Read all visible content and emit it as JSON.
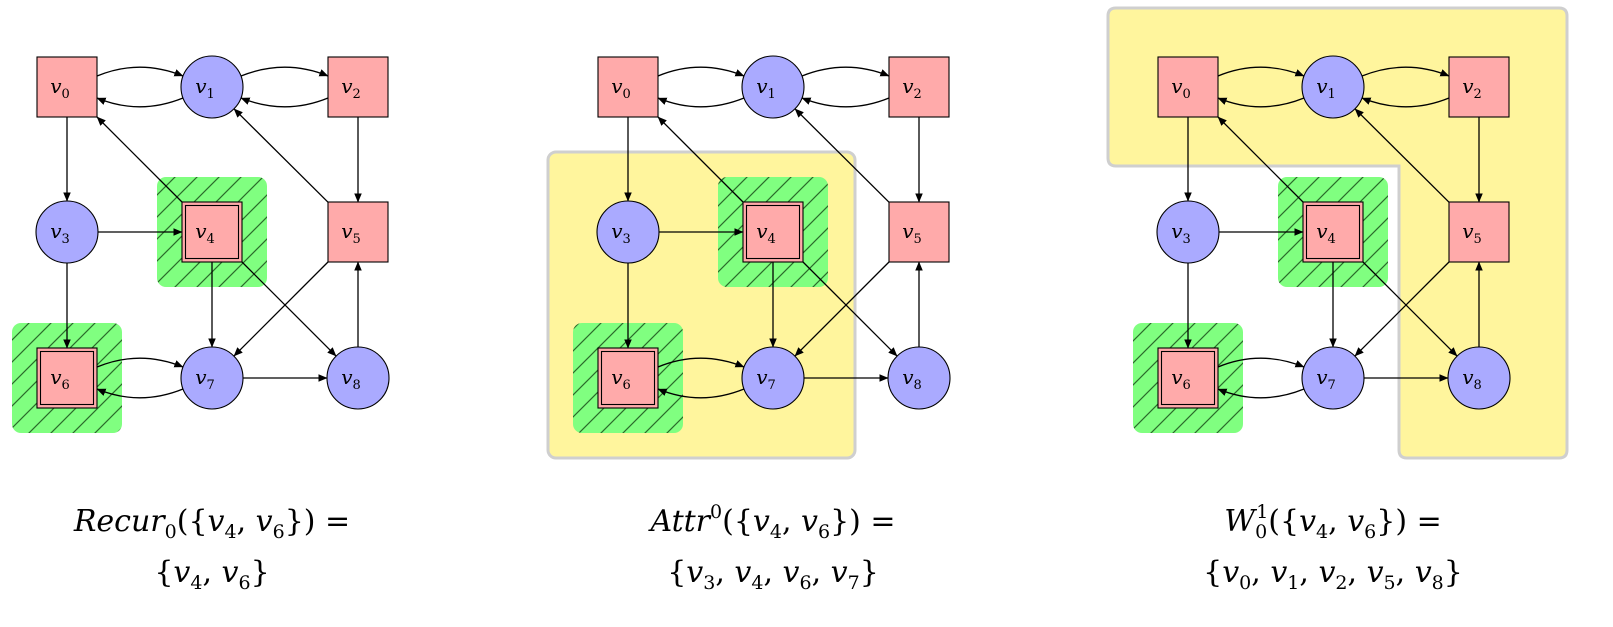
{
  "colors": {
    "player0_node": "#ffaaaa",
    "player1_node": "#aaaaff",
    "recur_fill": "#80ff80",
    "attr_fill": "#fff59d",
    "attr_border": "#cfcfcf",
    "edge": "#000000"
  },
  "nodes": [
    {
      "id": "v0",
      "name": "v",
      "sub": "0",
      "shape": "square",
      "double": false
    },
    {
      "id": "v1",
      "name": "v",
      "sub": "1",
      "shape": "circle",
      "double": false
    },
    {
      "id": "v2",
      "name": "v",
      "sub": "2",
      "shape": "square",
      "double": false
    },
    {
      "id": "v3",
      "name": "v",
      "sub": "3",
      "shape": "circle",
      "double": false
    },
    {
      "id": "v4",
      "name": "v",
      "sub": "4",
      "shape": "square",
      "double": true
    },
    {
      "id": "v5",
      "name": "v",
      "sub": "5",
      "shape": "square",
      "double": false
    },
    {
      "id": "v6",
      "name": "v",
      "sub": "6",
      "shape": "square",
      "double": true
    },
    {
      "id": "v7",
      "name": "v",
      "sub": "7",
      "shape": "circle",
      "double": false
    },
    {
      "id": "v8",
      "name": "v",
      "sub": "8",
      "shape": "circle",
      "double": false
    }
  ],
  "edges": [
    {
      "from": "v0",
      "to": "v1",
      "bend": "up"
    },
    {
      "from": "v1",
      "to": "v0",
      "bend": "down"
    },
    {
      "from": "v1",
      "to": "v2",
      "bend": "up"
    },
    {
      "from": "v2",
      "to": "v1",
      "bend": "down"
    },
    {
      "from": "v0",
      "to": "v3",
      "bend": "none"
    },
    {
      "from": "v2",
      "to": "v5",
      "bend": "none"
    },
    {
      "from": "v4",
      "to": "v0",
      "bend": "none"
    },
    {
      "from": "v5",
      "to": "v1",
      "bend": "none"
    },
    {
      "from": "v3",
      "to": "v4",
      "bend": "none"
    },
    {
      "from": "v3",
      "to": "v6",
      "bend": "none"
    },
    {
      "from": "v4",
      "to": "v7",
      "bend": "none"
    },
    {
      "from": "v4",
      "to": "v8",
      "bend": "none"
    },
    {
      "from": "v5",
      "to": "v7",
      "bend": "none"
    },
    {
      "from": "v8",
      "to": "v5",
      "bend": "none"
    },
    {
      "from": "v6",
      "to": "v7",
      "bend": "up"
    },
    {
      "from": "v7",
      "to": "v6",
      "bend": "down"
    },
    {
      "from": "v7",
      "to": "v8",
      "bend": "none"
    }
  ],
  "panels": [
    {
      "name": "recur",
      "recur_nodes": [
        "v4",
        "v6"
      ],
      "highlight": "none",
      "caption": {
        "line1": [
          {
            "t": "Recur",
            "i": true
          },
          {
            "t": "0",
            "sub": true
          },
          {
            "t": "({"
          },
          {
            "t": "v",
            "i": true
          },
          {
            "t": "4",
            "sub": true
          },
          {
            "t": ", "
          },
          {
            "t": "v",
            "i": true
          },
          {
            "t": "6",
            "sub": true
          },
          {
            "t": "}) ="
          }
        ],
        "line2": [
          {
            "t": "{"
          },
          {
            "t": "v",
            "i": true
          },
          {
            "t": "4",
            "sub": true
          },
          {
            "t": ", "
          },
          {
            "t": "v",
            "i": true
          },
          {
            "t": "6",
            "sub": true
          },
          {
            "t": "}"
          }
        ]
      }
    },
    {
      "name": "attr",
      "recur_nodes": [
        "v4",
        "v6"
      ],
      "highlight": "attractor",
      "caption": {
        "line1": [
          {
            "t": "Attr",
            "i": true
          },
          {
            "t": "0",
            "sup": true
          },
          {
            "t": "({"
          },
          {
            "t": "v",
            "i": true
          },
          {
            "t": "4",
            "sub": true
          },
          {
            "t": ", "
          },
          {
            "t": "v",
            "i": true
          },
          {
            "t": "6",
            "sub": true
          },
          {
            "t": "}) ="
          }
        ],
        "line2": [
          {
            "t": "{"
          },
          {
            "t": "v",
            "i": true
          },
          {
            "t": "3",
            "sub": true
          },
          {
            "t": ", "
          },
          {
            "t": "v",
            "i": true
          },
          {
            "t": "4",
            "sub": true
          },
          {
            "t": ", "
          },
          {
            "t": "v",
            "i": true
          },
          {
            "t": "6",
            "sub": true
          },
          {
            "t": ", "
          },
          {
            "t": "v",
            "i": true
          },
          {
            "t": "7",
            "sub": true
          },
          {
            "t": "}"
          }
        ]
      }
    },
    {
      "name": "winning",
      "recur_nodes": [
        "v4",
        "v6"
      ],
      "highlight": "complement",
      "caption": {
        "line1": [
          {
            "t": "W",
            "i": true
          },
          {
            "t": "0",
            "subsup_sub": true
          },
          {
            "t": "1",
            "subsup_sup": true
          },
          {
            "t": "({"
          },
          {
            "t": "v",
            "i": true
          },
          {
            "t": "4",
            "sub": true
          },
          {
            "t": ", "
          },
          {
            "t": "v",
            "i": true
          },
          {
            "t": "6",
            "sub": true
          },
          {
            "t": "}) ="
          }
        ],
        "line2": [
          {
            "t": "{"
          },
          {
            "t": "v",
            "i": true
          },
          {
            "t": "0",
            "sub": true
          },
          {
            "t": ", "
          },
          {
            "t": "v",
            "i": true
          },
          {
            "t": "1",
            "sub": true
          },
          {
            "t": ", "
          },
          {
            "t": "v",
            "i": true
          },
          {
            "t": "2",
            "sub": true
          },
          {
            "t": ", "
          },
          {
            "t": "v",
            "i": true
          },
          {
            "t": "5",
            "sub": true
          },
          {
            "t": ", "
          },
          {
            "t": "v",
            "i": true
          },
          {
            "t": "8",
            "sub": true
          },
          {
            "t": "}"
          }
        ]
      }
    }
  ]
}
